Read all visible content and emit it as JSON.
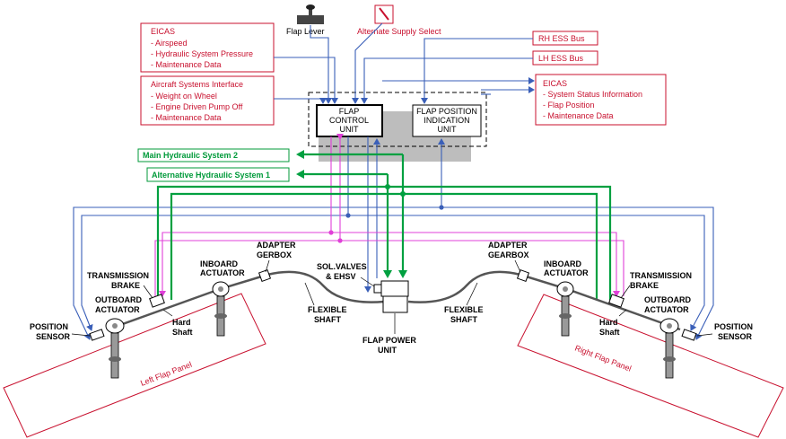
{
  "top_labels": {
    "flap_lever": "Flap Lever",
    "alternate_supply": "Alternate Supply Select"
  },
  "eicas_left": {
    "title": "EICAS",
    "items": [
      "- Airspeed",
      "- Hydraulic System Pressure",
      "- Maintenance Data"
    ]
  },
  "asi": {
    "title": "Aircraft Systems Interface",
    "items": [
      "- Weight on Wheel",
      "- Engine Driven Pump Off",
      "- Maintenance Data"
    ]
  },
  "buses": {
    "rh": "RH ESS Bus",
    "lh": "LH ESS Bus"
  },
  "eicas_right": {
    "title": "EICAS",
    "items": [
      "- System Status Information",
      "- Flap Position",
      "- Maintenance Data"
    ]
  },
  "fcu": [
    "FLAP",
    "CONTROL",
    "UNIT"
  ],
  "fpiu": [
    "FLAP POSITION",
    "INDICATION",
    "UNIT"
  ],
  "hyd": {
    "main": "Main Hydraulic System 2",
    "alt": "Alternative Hydraulic System 1"
  },
  "left": {
    "adapter": [
      "ADAPTER",
      "GERBOX"
    ],
    "inboard": [
      "INBOARD",
      "ACTUATOR"
    ],
    "brake": [
      "TRANSMISSION",
      "BRAKE"
    ],
    "outboard": [
      "OUTBOARD",
      "ACTUATOR"
    ],
    "sensor": [
      "POSITION",
      "SENSOR"
    ],
    "hard": [
      "Hard",
      "Shaft"
    ],
    "flex": [
      "FLEXIBLE",
      "SHAFT"
    ],
    "panel": "Left Flap Panel"
  },
  "right": {
    "adapter": [
      "ADAPTER",
      "GEARBOX"
    ],
    "inboard": [
      "INBOARD",
      "ACTUATOR"
    ],
    "brake": [
      "TRANSMISSION",
      "BRAKE"
    ],
    "outboard": [
      "OUTBOARD",
      "ACTUATOR"
    ],
    "sensor": [
      "POSITION",
      "SENSOR"
    ],
    "hard": [
      "Hard",
      "Shaft"
    ],
    "flex": [
      "FLEXIBLE",
      "SHAFT"
    ],
    "panel": "Right Flap Panel"
  },
  "center": {
    "valves": [
      "SOL.VALVES",
      "& EHSV"
    ],
    "pdu": [
      "FLAP POWER",
      "UNIT"
    ]
  },
  "colors": {
    "signal": "#3a5fb8",
    "power": "#e040d8",
    "hydraulic": "#00a040",
    "label_red": "#c8102e"
  }
}
